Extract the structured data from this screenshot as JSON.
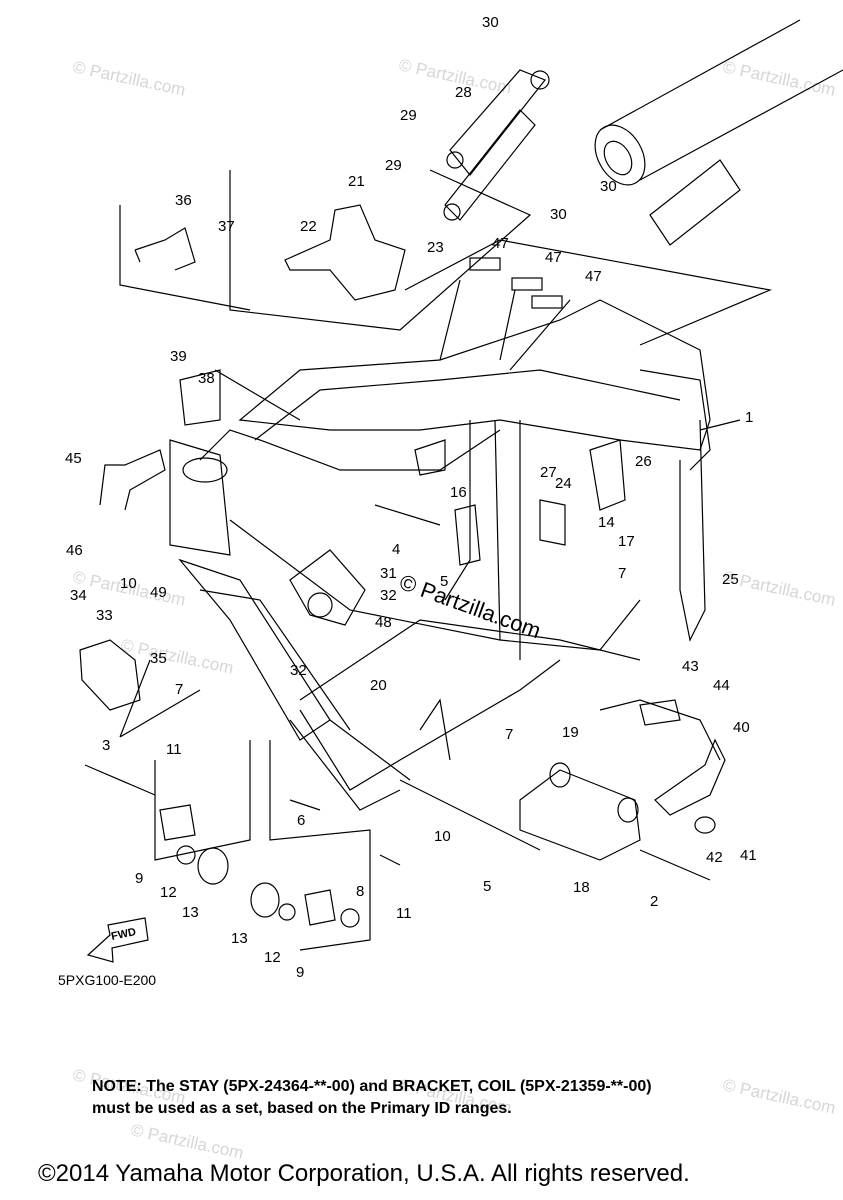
{
  "watermarks": [
    "© Partzilla.com",
    "© Partzilla.com",
    "© Partzilla.com",
    "© Partzilla.com",
    "© Partzilla.com",
    "© Partzilla.com",
    "© Partzilla.com",
    "© Partzilla.com",
    "© Partzilla.com",
    "© Partzilla.com"
  ],
  "center_watermark": "© Partzilla.com",
  "fwd_label": "FWD",
  "diagram_code": "5PXG100-E200",
  "note_line1": "NOTE: The STAY (5PX-24364-**-00) and BRACKET, COIL (5PX-21359-**-00)",
  "note_line2": "must be used as a set, based on the Primary ID ranges.",
  "copyright": "©2014 Yamaha Motor Corporation, U.S.A. All rights reserved.",
  "callouts": [
    "30",
    "28",
    "29",
    "29",
    "30",
    "30",
    "21",
    "22",
    "23",
    "36",
    "37",
    "47",
    "47",
    "47",
    "1",
    "39",
    "38",
    "45",
    "27",
    "24",
    "26",
    "16",
    "14",
    "4",
    "17",
    "7",
    "46",
    "31",
    "32",
    "5",
    "10",
    "49",
    "34",
    "33",
    "32",
    "48",
    "35",
    "7",
    "20",
    "43",
    "44",
    "25",
    "11",
    "3",
    "19",
    "7",
    "40",
    "6",
    "10",
    "5",
    "42",
    "41",
    "9",
    "12",
    "13",
    "11",
    "18",
    "2",
    "8",
    "13",
    "12",
    "9"
  ]
}
